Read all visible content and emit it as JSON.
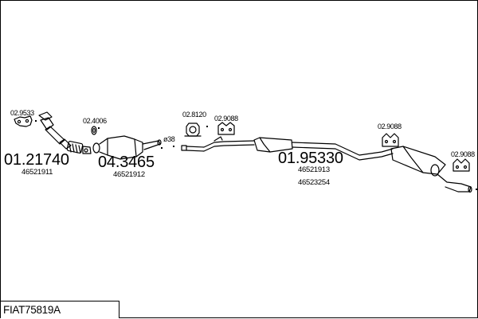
{
  "title": {
    "code": "FIAT75819A"
  },
  "parts": [
    {
      "number": "02.9533",
      "oem": ""
    },
    {
      "number": "02.4006",
      "oem": ""
    },
    {
      "number": "02.8120",
      "oem": ""
    },
    {
      "number": "02.9088",
      "oem": ""
    },
    {
      "number": "02.9088",
      "oem": ""
    },
    {
      "number": "02.9088",
      "oem": ""
    }
  ],
  "assemblies": [
    {
      "number": "01.21740",
      "oem": [
        "46521911"
      ]
    },
    {
      "number": "04.3465",
      "oem": [
        "46521912"
      ]
    },
    {
      "number": "01.95330",
      "oem": [
        "46521913",
        "46523254"
      ]
    }
  ],
  "annotations": {
    "diameter": "ø38"
  }
}
